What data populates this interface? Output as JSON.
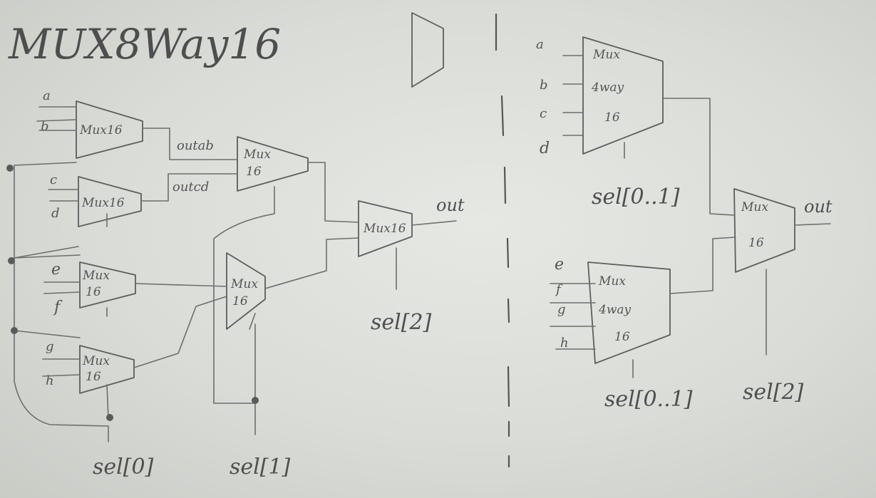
{
  "title": "MUX8Way16",
  "left": {
    "inputs": [
      "a",
      "b",
      "c",
      "d",
      "e",
      "f",
      "g",
      "h"
    ],
    "mux_label": "Mux16",
    "mux_label_stacked": [
      "Mux",
      "16"
    ],
    "wires": [
      "outab",
      "outcd"
    ],
    "output": "out",
    "selects": [
      "sel[0]",
      "sel[1]",
      "sel[2]"
    ]
  },
  "right": {
    "inputs_top": [
      "a",
      "b",
      "c",
      "d"
    ],
    "inputs_bottom": [
      "e",
      "f",
      "g",
      "h"
    ],
    "mux4_lines": [
      "Mux",
      "4way",
      "16"
    ],
    "mux_lines": [
      "Mux",
      "16"
    ],
    "output": "out",
    "selects": [
      "sel[0..1]",
      "sel[0..1]",
      "sel[2]"
    ]
  }
}
